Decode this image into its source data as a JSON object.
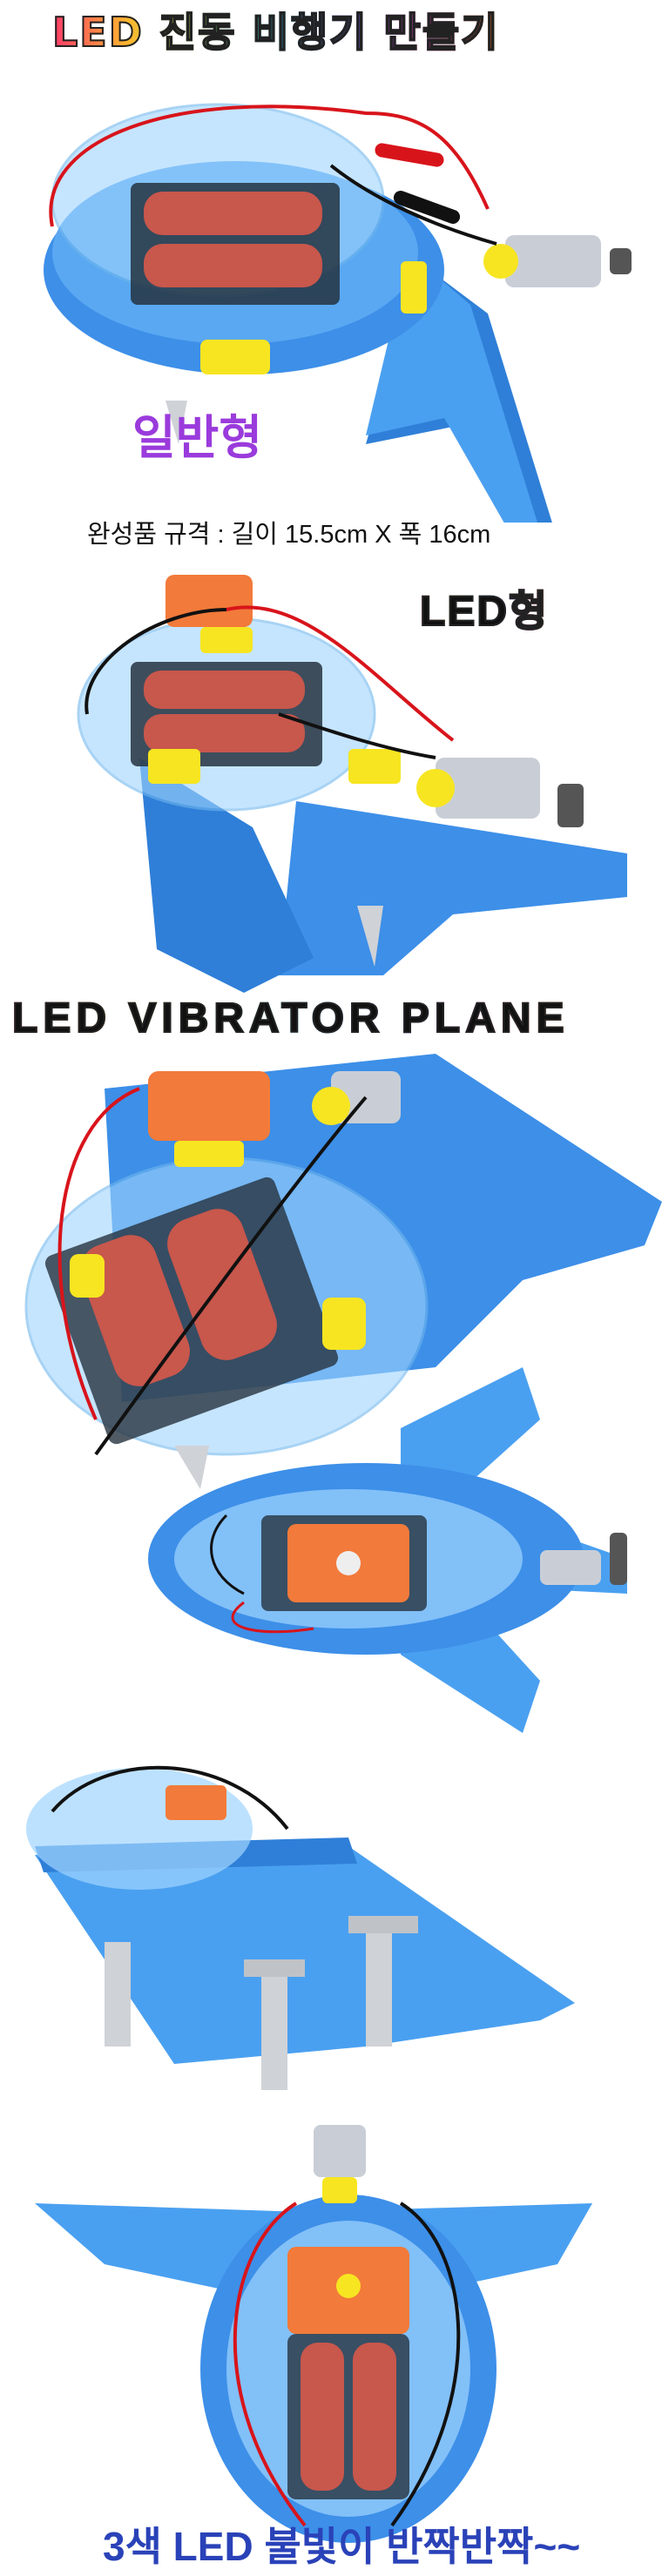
{
  "header": {
    "title": "LED 진동 비행기 만들기"
  },
  "labels": {
    "normal_type": "일반형",
    "spec": "완성품 규격 : 길이 15.5cm X 폭 16cm",
    "led_type": "LED형",
    "english_title": "LED VIBRATOR PLANE",
    "footer": "3색 LED 불빛이 반짝반짝~~"
  },
  "colors": {
    "plane_blue": "#3d8fe8",
    "dome": "#9fd4ff",
    "battery_red": "#c8574c",
    "led_orange": "#f27a3a",
    "motor": "#c9ced6",
    "yellow": "#f7e521"
  }
}
